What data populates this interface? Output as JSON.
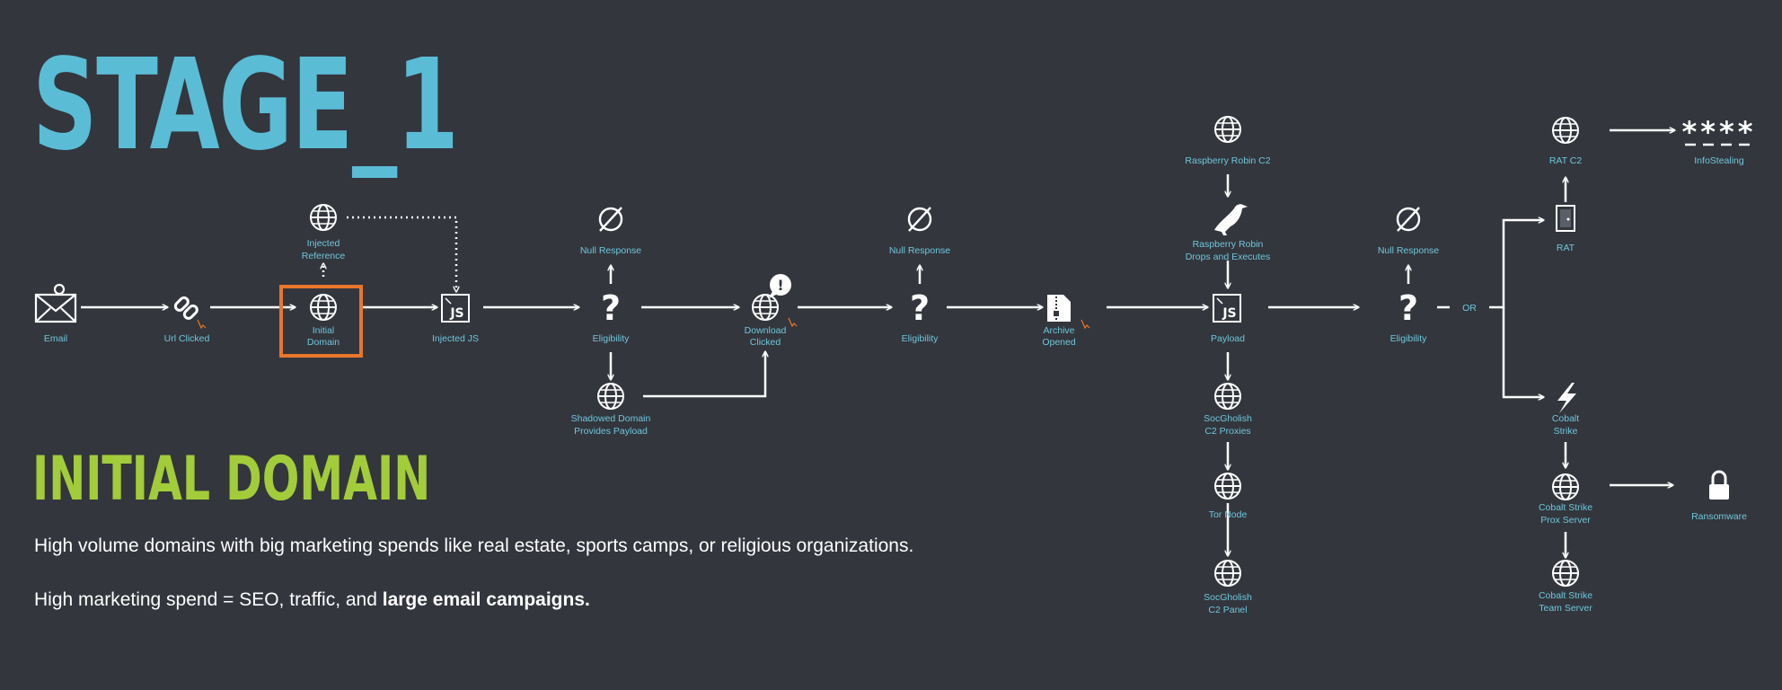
{
  "stage_title": "STAGE_1",
  "section_title": "INITIAL DOMAIN",
  "description_1": "High volume domains with big marketing spends like real estate, sports camps, or religious organizations.",
  "description_2_prefix": "High marketing spend = SEO, traffic, and ",
  "description_2_bold": "large email campaigns.",
  "colors": {
    "background": "#33363d",
    "stage_title": "#5bbcd6",
    "section_title": "#a2cc3a",
    "node_label": "#6fc7dd",
    "highlight_box": "#e8772a",
    "arrow": "#ffffff"
  },
  "nodes": {
    "email": "Email",
    "url_clicked": "Url Clicked",
    "initial_domain": [
      "Initial",
      "Domain"
    ],
    "injected_reference": [
      "Injected",
      "Reference"
    ],
    "injected_js": "Injected JS",
    "null_response_1": "Null Response",
    "eligibility_1": "Eligibility",
    "shadowed_domain": [
      "Shadowed Domain",
      "Provides Payload"
    ],
    "download_clicked": [
      "Download",
      "Clicked"
    ],
    "null_response_2": "Null Response",
    "eligibility_2": "Eligibility",
    "archive_opened": [
      "Archive",
      "Opened"
    ],
    "raspberry_robin_c2": "Raspberry Robin C2",
    "raspberry_robin_drops": [
      "Raspberry Robin",
      "Drops and Executes"
    ],
    "payload": "Payload",
    "socgholish_proxies": [
      "SocGholish",
      "C2 Proxies"
    ],
    "tor_node": "Tor Node",
    "socgholish_panel": [
      "SocGholish",
      "C2 Panel"
    ],
    "null_response_3": "Null Response",
    "eligibility_3": "Eligibility",
    "or_label": "OR",
    "rat_c2": "RAT C2",
    "rat": "RAT",
    "infostealing": "InfoStealing",
    "password_mask": "****",
    "cobalt_strike": [
      "Cobalt",
      "Strike"
    ],
    "cobalt_prox_server": [
      "Cobalt Strike",
      "Prox Server"
    ],
    "cobalt_team_server": [
      "Cobalt Strike",
      "Team Server"
    ],
    "ransomware": "Ransomware",
    "js_badge": "JS",
    "question_mark": "?",
    "exclamation": "!"
  },
  "icons": {
    "email": "envelope-icon",
    "url_clicked": "link-icon",
    "domain": "globe-icon",
    "injected_js": "js-file-icon",
    "null_response": "null-set-icon",
    "eligibility": "question-mark-icon",
    "archive": "zip-file-icon",
    "raspberry_robin": "bird-icon",
    "rat": "door-icon",
    "cobalt_strike": "lightning-icon",
    "ransomware": "padlock-icon",
    "infostealing": "password-mask-icon",
    "cursor": "cursor-click-icon"
  }
}
